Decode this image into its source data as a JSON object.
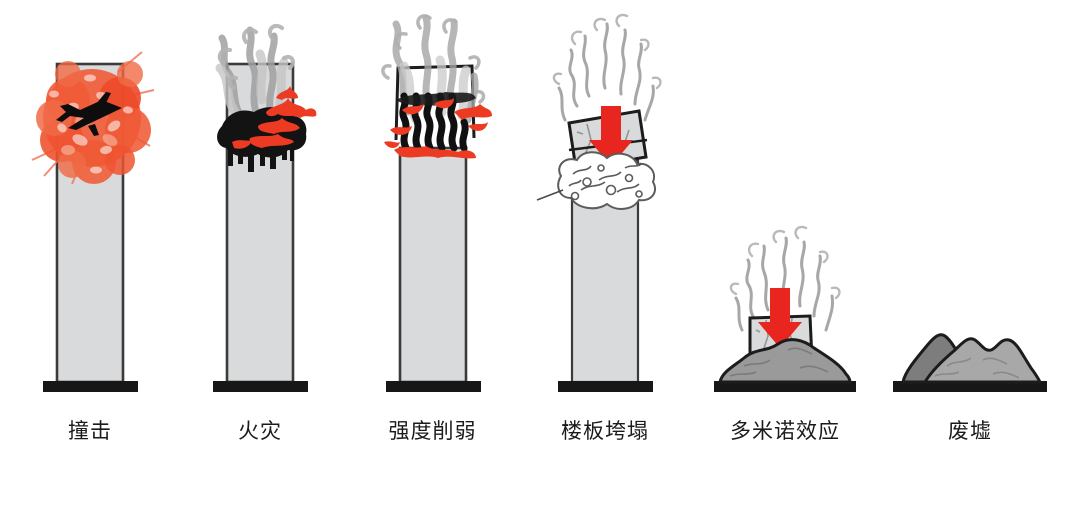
{
  "diagram": {
    "title": "Progressive collapse sequence of a high-rise tower",
    "background_color": "#ffffff",
    "colors": {
      "tower_fill": "#d9dadb",
      "tower_outline": "#3b3b3b",
      "base_black": "#171717",
      "smoke_gray": "#9c9c9c",
      "smoke_light": "#c8c8c8",
      "char_black": "#131313",
      "flame_red": "#ec3b22",
      "arrow_red": "#e8251f",
      "rubble_gray": "#9a9a9a",
      "rubble_dark": "#7d7d7d",
      "label_color": "#1b1b1b"
    },
    "stages": [
      {
        "id": "impact",
        "index": 1,
        "label": "撞击",
        "icon": "explosion-aircraft-icon",
        "tower_state": "intact",
        "has_arrow": false,
        "elements": [
          "tower",
          "base",
          "explosion-burst",
          "aircraft-silhouette",
          "impact-rays"
        ]
      },
      {
        "id": "fire",
        "index": 2,
        "label": "火灾",
        "icon": "smoke-fire-icon",
        "tower_state": "intact",
        "has_arrow": false,
        "elements": [
          "tower",
          "base",
          "smoke-plume",
          "charred-mass",
          "flames"
        ]
      },
      {
        "id": "strength-reduction",
        "index": 3,
        "label": "强度削弱",
        "icon": "buckling-columns-icon",
        "tower_state": "weakened",
        "has_arrow": false,
        "elements": [
          "tower",
          "base",
          "smoke-plume",
          "buckled-columns",
          "flames",
          "upper-block-outline"
        ]
      },
      {
        "id": "floor-collapse",
        "index": 4,
        "label": "楼板垮塌",
        "icon": "down-arrow-icon",
        "tower_state": "upper-block-tilted",
        "has_arrow": true,
        "elements": [
          "tower",
          "base",
          "tilted-block",
          "red-down-arrow",
          "debris-cloud",
          "smoke-wisps"
        ]
      },
      {
        "id": "domino-effect",
        "index": 5,
        "label": "多米诺效应",
        "icon": "down-arrow-icon",
        "tower_state": "mostly-collapsed",
        "has_arrow": true,
        "elements": [
          "base",
          "rubble-mound",
          "remaining-block",
          "red-down-arrow",
          "smoke-wisps"
        ]
      },
      {
        "id": "rubble",
        "index": 6,
        "label": "废墟",
        "icon": "rubble-mound-icon",
        "tower_state": "collapsed",
        "has_arrow": false,
        "elements": [
          "base",
          "rubble-mound-back",
          "rubble-mound-front"
        ]
      }
    ]
  }
}
